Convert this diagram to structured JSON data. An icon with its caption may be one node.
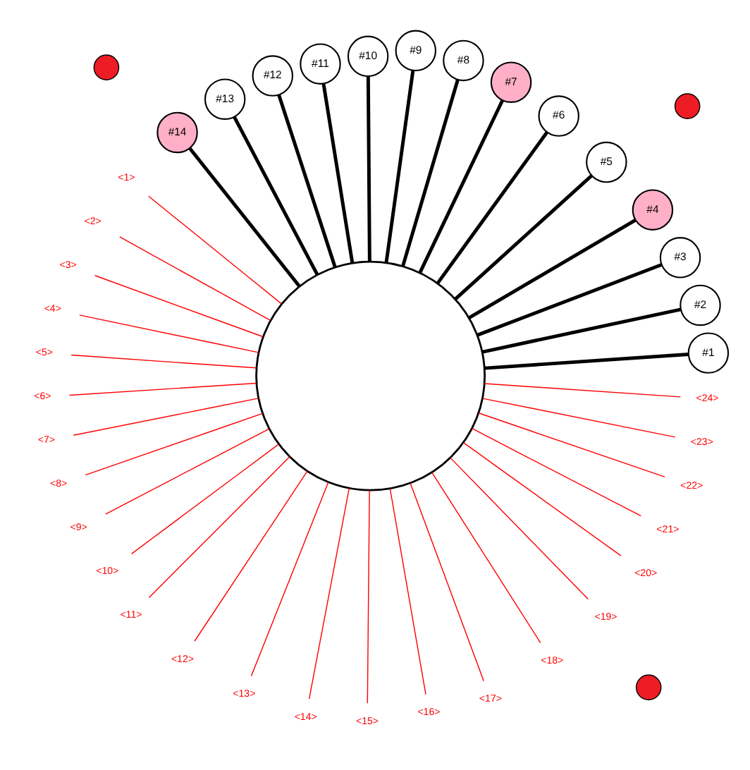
{
  "diagram": {
    "nodes": [
      {
        "text": [],
        "shape": "circle"
      },
      {
        "text": [
          "#1"
        ]
      },
      {
        "text": [
          "#2"
        ]
      },
      {
        "text": [
          "#3"
        ]
      },
      {
        "text": [
          "#4"
        ]
      },
      {
        "text": [
          "#5"
        ]
      },
      {
        "text": [
          "#6"
        ]
      },
      {
        "text": [
          "#7"
        ]
      },
      {
        "text": [
          "#8"
        ]
      },
      {
        "text": [
          "#9"
        ]
      },
      {
        "text": [
          "#10"
        ]
      },
      {
        "text": [
          "#11"
        ]
      },
      {
        "text": [
          "#12"
        ]
      },
      {
        "text": [
          "#13"
        ]
      },
      {
        "text": [
          "#14"
        ]
      },
      {
        "text": [],
        "shape": "circle"
      },
      {
        "text": [],
        "shape": "circle"
      },
      {
        "text": [],
        "shape": "circle"
      },
      {
        "text": [
          "<1>"
        ]
      },
      {
        "text": [
          "<2>"
        ]
      },
      {
        "text": [
          "<3>"
        ]
      },
      {
        "text": [
          "<4>"
        ]
      },
      {
        "text": [
          "<5>"
        ]
      },
      {
        "text": [
          "<6>"
        ]
      },
      {
        "text": [
          "<7>"
        ]
      },
      {
        "text": [
          "<8>"
        ]
      },
      {
        "text": [
          "<9>"
        ]
      },
      {
        "text": [
          "<10>"
        ]
      },
      {
        "text": [
          "<11>"
        ]
      },
      {
        "text": [
          "<12>"
        ]
      },
      {
        "text": [
          "<13>"
        ]
      },
      {
        "text": [
          "<14>"
        ]
      },
      {
        "text": [
          "<15>"
        ]
      },
      {
        "text": [
          "<16>"
        ]
      },
      {
        "text": [
          "<17>"
        ]
      },
      {
        "text": [
          "<18>"
        ]
      },
      {
        "text": [
          "<19>"
        ]
      },
      {
        "text": [
          "<20>"
        ]
      },
      {
        "text": [
          "<21>"
        ]
      },
      {
        "text": [
          "<22>"
        ]
      },
      {
        "text": [
          "<23>"
        ]
      },
      {
        "text": [
          "<24>"
        ]
      }
    ],
    "edges": [
      {
        "from": 0,
        "to": 1,
        "arrow": "none",
        "style": "thick",
        "color": "#000000"
      },
      {
        "from": 0,
        "to": 2,
        "arrow": "none",
        "style": "thick",
        "color": "#000000"
      },
      {
        "from": 0,
        "to": 3,
        "arrow": "none",
        "style": "thick",
        "color": "#000000"
      },
      {
        "from": 0,
        "to": 4,
        "arrow": "none",
        "style": "thick",
        "color": "#000000"
      },
      {
        "from": 0,
        "to": 5,
        "arrow": "none",
        "style": "thick",
        "color": "#000000"
      },
      {
        "from": 0,
        "to": 6,
        "arrow": "none",
        "style": "thick",
        "color": "#000000"
      },
      {
        "from": 0,
        "to": 7,
        "arrow": "none",
        "style": "thick",
        "color": "#000000"
      },
      {
        "from": 0,
        "to": 8,
        "arrow": "none",
        "style": "thick",
        "color": "#000000"
      },
      {
        "from": 0,
        "to": 9,
        "arrow": "none",
        "style": "thick",
        "color": "#000000"
      },
      {
        "from": 0,
        "to": 10,
        "arrow": "none",
        "style": "thick",
        "color": "#000000"
      },
      {
        "from": 0,
        "to": 11,
        "arrow": "none",
        "style": "thick",
        "color": "#000000"
      },
      {
        "from": 0,
        "to": 12,
        "arrow": "none",
        "style": "thick",
        "color": "#000000"
      },
      {
        "from": 0,
        "to": 13,
        "arrow": "none",
        "style": "thick",
        "color": "#000000"
      },
      {
        "from": 0,
        "to": 14,
        "arrow": "none",
        "style": "thick",
        "color": "#000000"
      },
      {
        "from": 18,
        "to": 0,
        "arrow": "none"
      },
      {
        "from": 19,
        "to": 0,
        "arrow": "none"
      },
      {
        "from": 20,
        "to": 0,
        "arrow": "none"
      },
      {
        "from": 21,
        "to": 0,
        "arrow": "none"
      },
      {
        "from": 22,
        "to": 0,
        "arrow": "none"
      },
      {
        "from": 23,
        "to": 0,
        "arrow": "none"
      },
      {
        "from": 24,
        "to": 0,
        "arrow": "none"
      },
      {
        "from": 25,
        "to": 0,
        "arrow": "none"
      },
      {
        "from": 26,
        "to": 0,
        "arrow": "none"
      },
      {
        "from": 27,
        "to": 0,
        "arrow": "none"
      },
      {
        "from": 28,
        "to": 0,
        "arrow": "none"
      },
      {
        "from": 29,
        "to": 0,
        "arrow": "none"
      },
      {
        "from": 30,
        "to": 0,
        "arrow": "none"
      },
      {
        "from": 31,
        "to": 0,
        "arrow": "none"
      },
      {
        "from": 32,
        "to": 0,
        "arrow": "none"
      },
      {
        "from": 33,
        "to": 0,
        "arrow": "none"
      },
      {
        "from": 34,
        "to": 0,
        "arrow": "none"
      },
      {
        "from": 35,
        "to": 0,
        "arrow": "none"
      },
      {
        "from": 36,
        "to": 0,
        "arrow": "none"
      },
      {
        "from": 37,
        "to": 0,
        "arrow": "none"
      },
      {
        "from": 38,
        "to": 0,
        "arrow": "none"
      },
      {
        "from": 39,
        "to": 0,
        "arrow": "none"
      },
      {
        "from": 40,
        "to": 0,
        "arrow": "none"
      },
      {
        "from": 41,
        "to": 0,
        "arrow": "none"
      }
    ]
  }
}
